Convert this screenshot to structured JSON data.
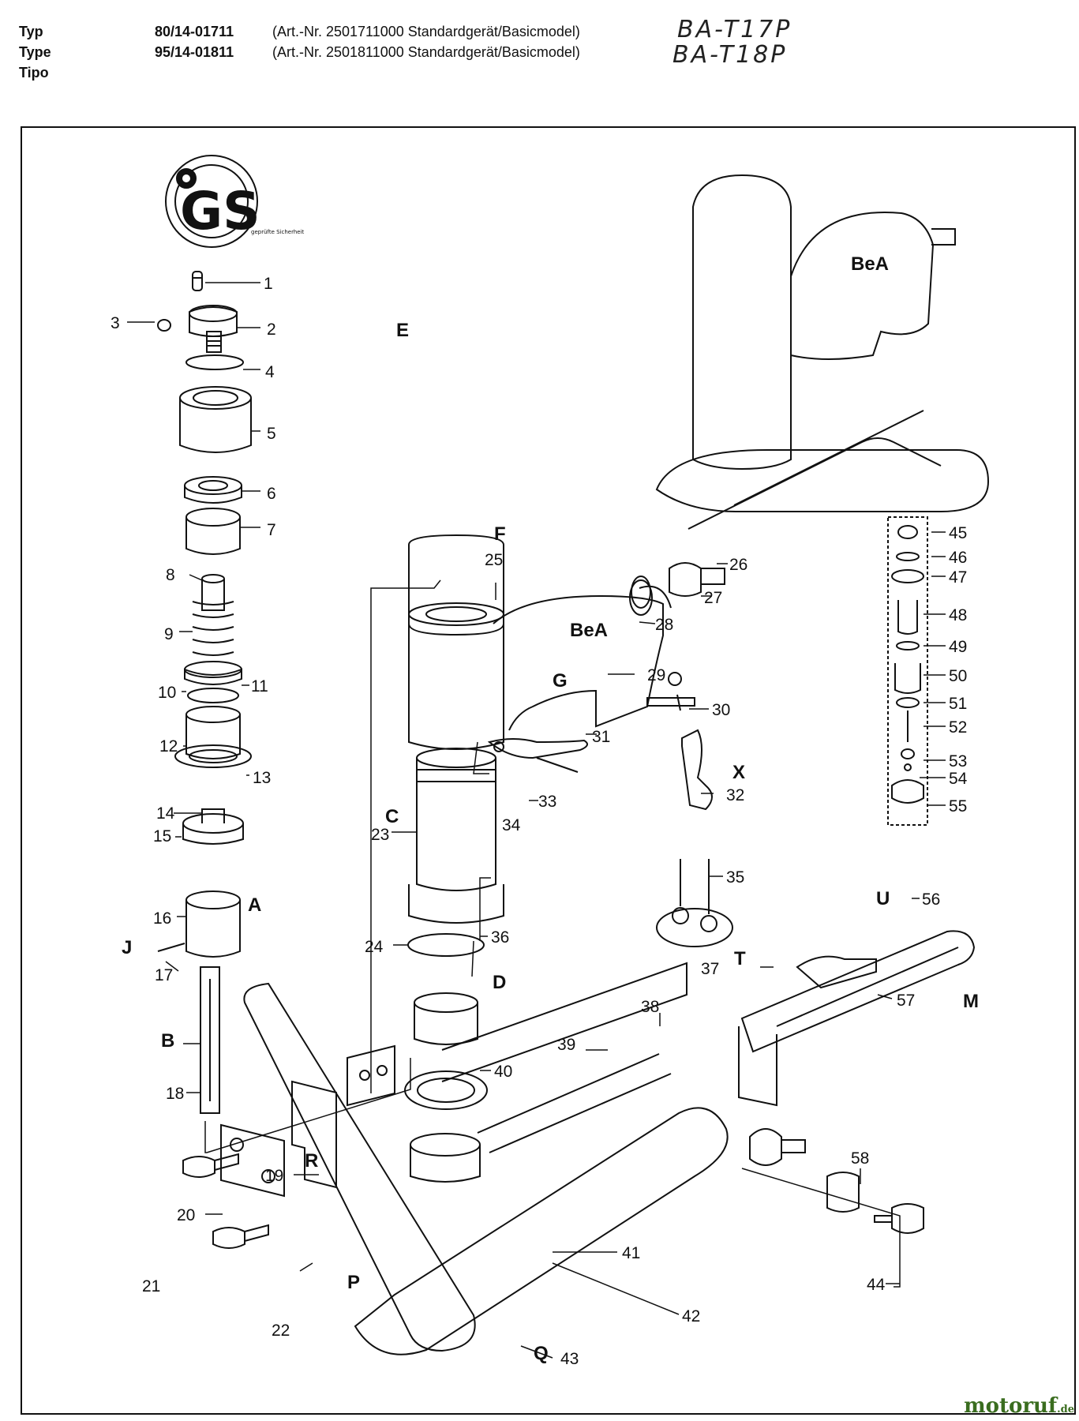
{
  "header": {
    "rows": [
      {
        "label": "Typ",
        "number": "80/14-01711",
        "article": "(Art.-Nr. 2501711000 Standardgerät/Basicmodel)",
        "handwritten": "BA-T17P"
      },
      {
        "label": "Type",
        "number": "95/14-01811",
        "article": "(Art.-Nr. 2501811000 Standardgerät/Basicmodel)",
        "handwritten": "BA-T18P"
      },
      {
        "label": "Tipo",
        "number": "",
        "article": "",
        "handwritten": ""
      }
    ]
  },
  "gs_mark": {
    "logo_text": "GS",
    "sub_text": "geprüfte Sicherheit"
  },
  "brand_mark": "BeA",
  "part_numbers": [
    "1",
    "2",
    "3",
    "4",
    "5",
    "6",
    "7",
    "8",
    "9",
    "10",
    "11",
    "12",
    "13",
    "14",
    "15",
    "16",
    "17",
    "18",
    "19",
    "20",
    "21",
    "22",
    "23",
    "24",
    "25",
    "26",
    "27",
    "28",
    "29",
    "30",
    "31",
    "32",
    "33",
    "34",
    "35",
    "36",
    "37",
    "38",
    "39",
    "40",
    "41",
    "42",
    "43",
    "44",
    "45",
    "46",
    "47",
    "48",
    "49",
    "50",
    "51",
    "52",
    "53",
    "54",
    "55",
    "56",
    "57",
    "58"
  ],
  "group_letters": [
    "E",
    "F",
    "G",
    "C",
    "A",
    "J",
    "B",
    "D",
    "R",
    "P",
    "Q",
    "T",
    "U",
    "M",
    "X"
  ],
  "watermark": {
    "name": "motoruf",
    "tld": ".de"
  }
}
